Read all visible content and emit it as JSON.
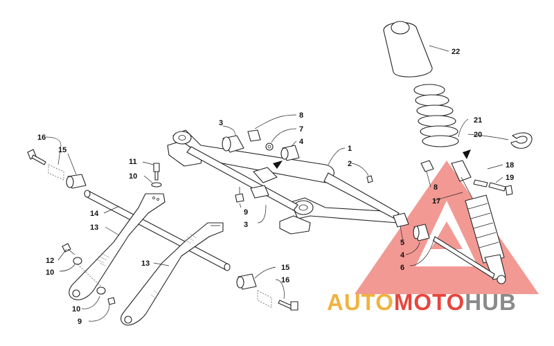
{
  "callouts": [
    {
      "id": "c16a",
      "text": "16"
    },
    {
      "id": "c15a",
      "text": "15"
    },
    {
      "id": "c11",
      "text": "11"
    },
    {
      "id": "c10a",
      "text": "10"
    },
    {
      "id": "c14",
      "text": "14"
    },
    {
      "id": "c13a",
      "text": "13"
    },
    {
      "id": "c12",
      "text": "12"
    },
    {
      "id": "c10b",
      "text": "10"
    },
    {
      "id": "c10c",
      "text": "10"
    },
    {
      "id": "c9a",
      "text": "9"
    },
    {
      "id": "c13b",
      "text": "13"
    },
    {
      "id": "c3a",
      "text": "3"
    },
    {
      "id": "c8a",
      "text": "8"
    },
    {
      "id": "c7",
      "text": "7"
    },
    {
      "id": "c4a",
      "text": "4"
    },
    {
      "id": "c1",
      "text": "1"
    },
    {
      "id": "c2",
      "text": "2"
    },
    {
      "id": "c9b",
      "text": "9"
    },
    {
      "id": "c3b",
      "text": "3"
    },
    {
      "id": "c15b",
      "text": "15"
    },
    {
      "id": "c16b",
      "text": "16"
    },
    {
      "id": "c22",
      "text": "22"
    },
    {
      "id": "c21",
      "text": "21"
    },
    {
      "id": "c20",
      "text": "20"
    },
    {
      "id": "c18",
      "text": "18"
    },
    {
      "id": "c19",
      "text": "19"
    },
    {
      "id": "c8b",
      "text": "8"
    },
    {
      "id": "c17",
      "text": "17"
    },
    {
      "id": "c5",
      "text": "5"
    },
    {
      "id": "c4b",
      "text": "4"
    },
    {
      "id": "c6",
      "text": "6"
    }
  ],
  "watermark": {
    "part1": "AUTO",
    "part2": "MOTO",
    "part3": "HUB",
    "color1": "#f0b240",
    "color2": "#e8453c",
    "color3": "#8a8a8a"
  }
}
